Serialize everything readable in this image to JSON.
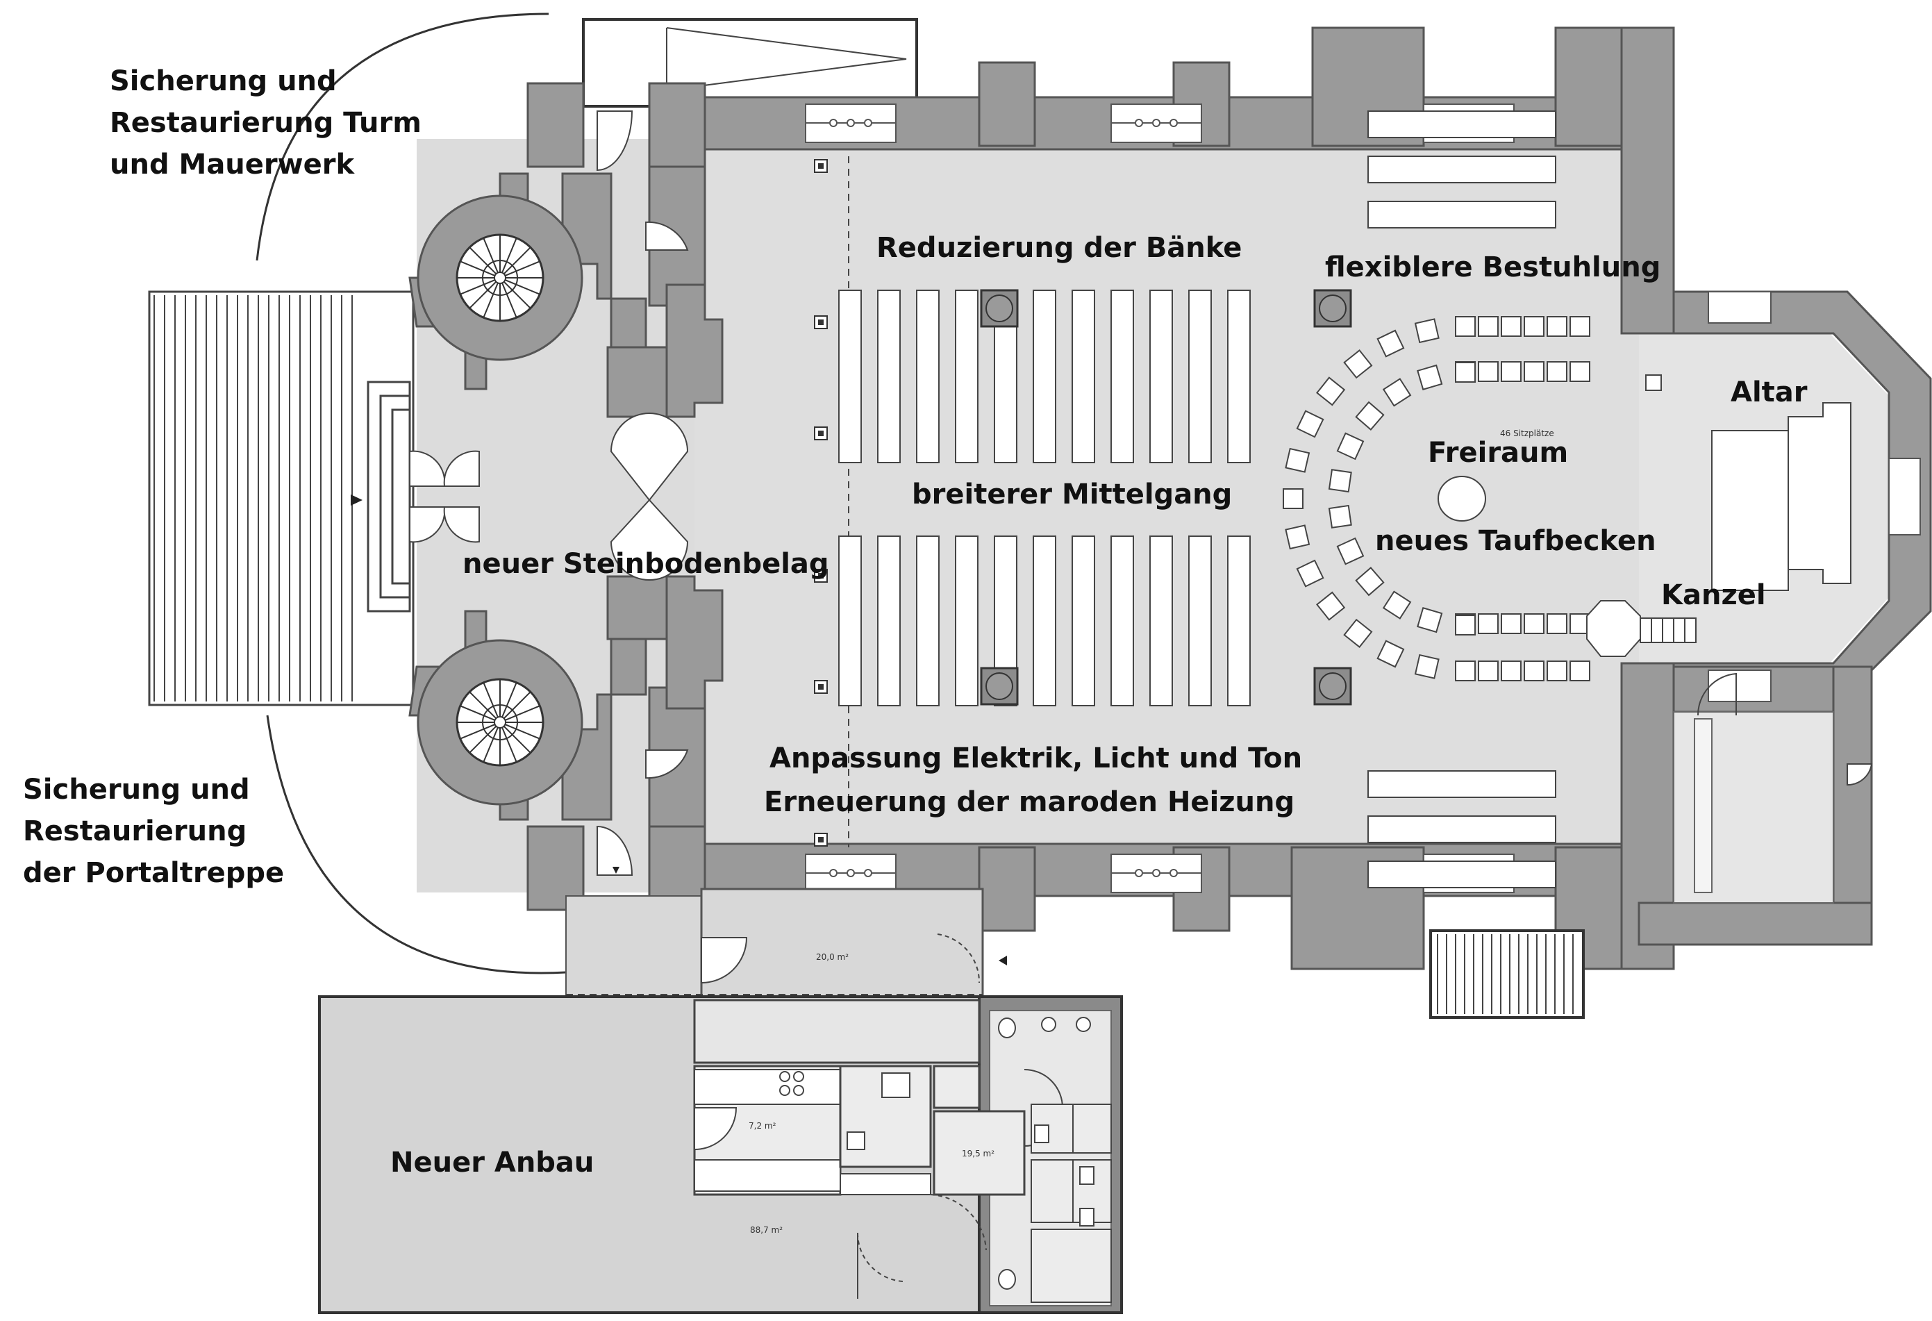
{
  "labels": {
    "tower_line1": "Sicherung und",
    "tower_line2": "Restaurierung Turm",
    "tower_line3": "und Mauerwerk",
    "stairs_line1": "Sicherung und",
    "stairs_line2": "Restaurierung",
    "stairs_line3": "der Portaltreppe",
    "pews": "Reduzierung der Bänke",
    "seating": "flexiblere Bestuhlung",
    "altar": "Altar",
    "free_space": "Freiraum",
    "aisle": "breiterer Mittelgang",
    "floor": "neuer Steinbodenbelag",
    "font": "neues Taufbecken",
    "pulpit": "Kanzel",
    "electric": "Anpassung Elektrik, Licht und Ton",
    "heating": "Erneuerung der maroden Heizung",
    "annex": "Neuer Anbau"
  },
  "room_areas": {
    "foyer": "20,0 m²",
    "kitchen": "7,2 m²",
    "wc": "19,5 m²",
    "hall": "88,7 m²",
    "seats": "46 Sitzplätze"
  },
  "colors": {
    "wall": "#9a9a9a",
    "floor": "#dedede",
    "stroke": "#555555",
    "annex": "#d4d4d4"
  }
}
